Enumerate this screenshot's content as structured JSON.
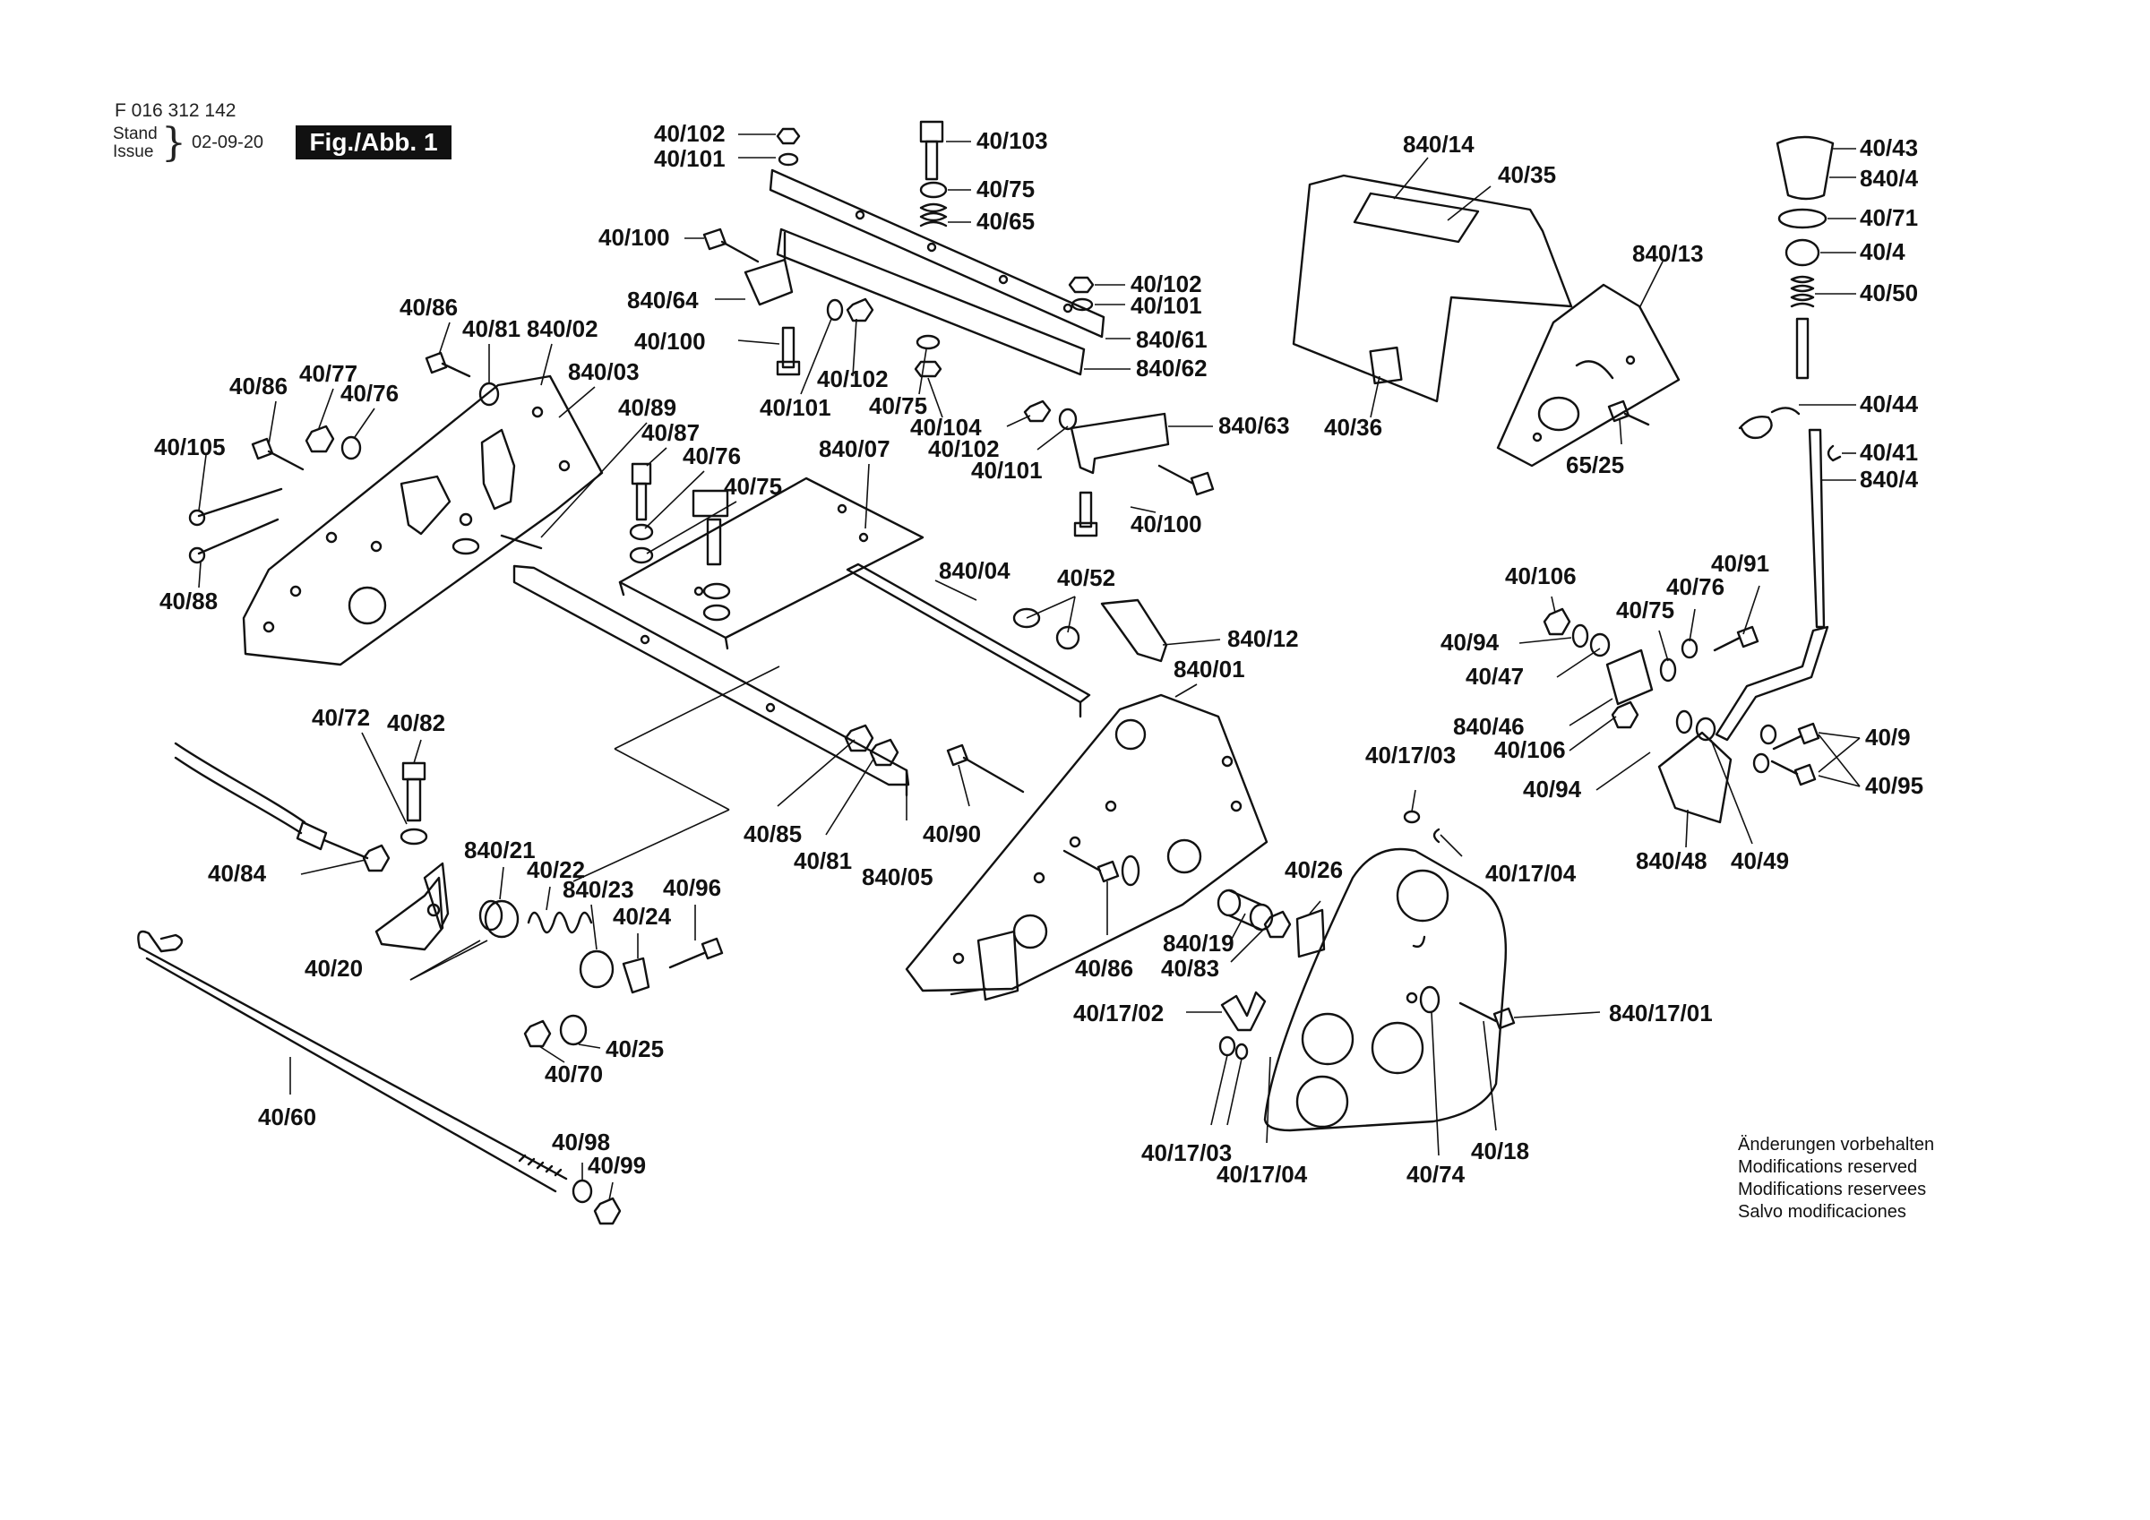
{
  "header": {
    "doc_number": "F 016 312 142",
    "stand_label": "Stand",
    "issue_label": "Issue",
    "date": "02-09-20",
    "figure_label": "Fig./Abb. 1"
  },
  "notice_lines": [
    "Änderungen vorbehalten",
    "Modifications reserved",
    "Modifications reservees",
    "Salvo modificaciones"
  ],
  "part_labels": {
    "p40_102_a": "40/102",
    "p40_101_a": "40/101",
    "p40_103": "40/103",
    "p40_75_a": "40/75",
    "p40_65": "40/65",
    "p40_100_a": "40/100",
    "p840_64": "840/64",
    "p40_102_b": "40/102",
    "p40_101_b": "40/101",
    "p840_61": "840/61",
    "p840_62": "840/62",
    "p40_100_b": "40/100",
    "p40_101_c": "40/101",
    "p40_102_c": "40/102",
    "p40_75_b": "40/75",
    "p40_104": "40/104",
    "p40_102_d": "40/102",
    "p40_101_d": "40/101",
    "p840_63": "840/63",
    "p40_100_c": "40/100",
    "p40_86_a": "40/86",
    "p40_81_a": "40/81",
    "p840_02": "840/02",
    "p840_03": "840/03",
    "p40_86_b": "40/86",
    "p40_77": "40/77",
    "p40_76_a": "40/76",
    "p40_89": "40/89",
    "p40_87": "40/87",
    "p40_76_b": "40/76",
    "p40_75_c": "40/75",
    "p840_07": "840/07",
    "p40_105": "40/105",
    "p40_88": "40/88",
    "p840_04": "840/04",
    "p40_52": "40/52",
    "p840_12": "840/12",
    "p840_01": "840/01",
    "p840_14": "840/14",
    "p40_35": "40/35",
    "p840_13": "840/13",
    "p40_36": "40/36",
    "p65_25": "65/25",
    "p40_43": "40/43",
    "p840_4_a": "840/4",
    "p40_71": "40/71",
    "p40_4": "40/4",
    "p40_50": "40/50",
    "p40_44": "40/44",
    "p40_41": "40/41",
    "p840_4_b": "840/4",
    "p40_106_a": "40/106",
    "p40_91": "40/91",
    "p40_76_c": "40/76",
    "p40_75_d": "40/75",
    "p40_94_a": "40/94",
    "p40_47": "40/47",
    "p840_46": "840/46",
    "p40_106_b": "40/106",
    "p40_94_b": "40/94",
    "p40_9": "40/9",
    "p40_95": "40/95",
    "p840_48": "840/48",
    "p40_49": "40/49",
    "p40_72": "40/72",
    "p40_82": "40/82",
    "p40_84": "40/84",
    "p840_21": "840/21",
    "p40_22": "40/22",
    "p840_23": "840/23",
    "p40_96": "40/96",
    "p40_24": "40/24",
    "p40_20": "40/20",
    "p40_25": "40/25",
    "p40_70": "40/70",
    "p40_60": "40/60",
    "p40_98": "40/98",
    "p40_99": "40/99",
    "p40_85": "40/85",
    "p40_81_b": "40/81",
    "p840_05": "840/05",
    "p40_90": "40/90",
    "p40_86_c": "40/86",
    "p840_19": "840/19",
    "p40_83": "40/83",
    "p40_17_03_a": "40/17/03",
    "p40_17_04_a": "40/17/04",
    "p40_26": "40/26",
    "p40_17_02": "40/17/02",
    "p840_17_01": "840/17/01",
    "p40_17_03_b": "40/17/03",
    "p40_17_04_b": "40/17/04",
    "p40_74": "40/74",
    "p40_18": "40/18"
  }
}
